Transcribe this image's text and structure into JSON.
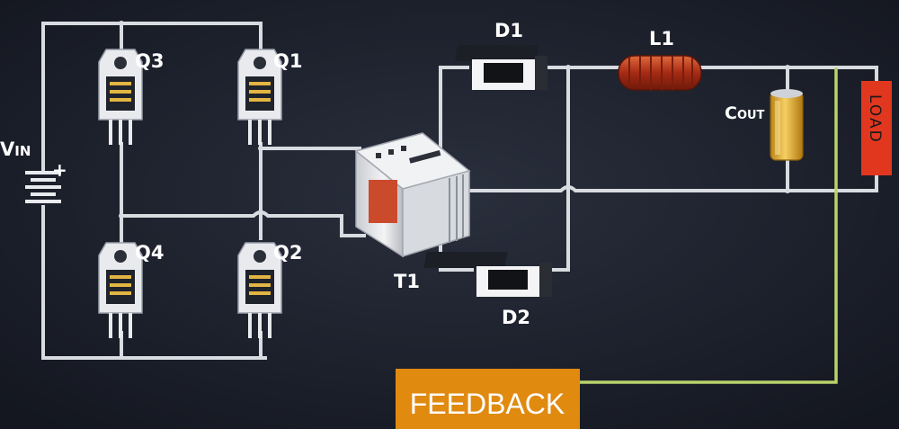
{
  "labels": {
    "vin_main": "V",
    "vin_sub": "IN",
    "plus": "+",
    "q1": "Q1",
    "q2": "Q2",
    "q3": "Q3",
    "q4": "Q4",
    "t1": "T1",
    "d1": "D1",
    "d2": "D2",
    "l1": "L1",
    "cout_main": "C",
    "cout_sub": "OUT",
    "load": "LOAD",
    "feedback": "FEEDBACK"
  },
  "colors": {
    "background": "#1b1f2a",
    "wire": "#d8dbe0",
    "feedback_wire": "#b9d36b",
    "feedback_box": "#e08a10",
    "load_box": "#e2371f",
    "capacitor": "#e6b33a",
    "inductor": "#b8331a",
    "transformer_core": "#cc4a2c"
  }
}
